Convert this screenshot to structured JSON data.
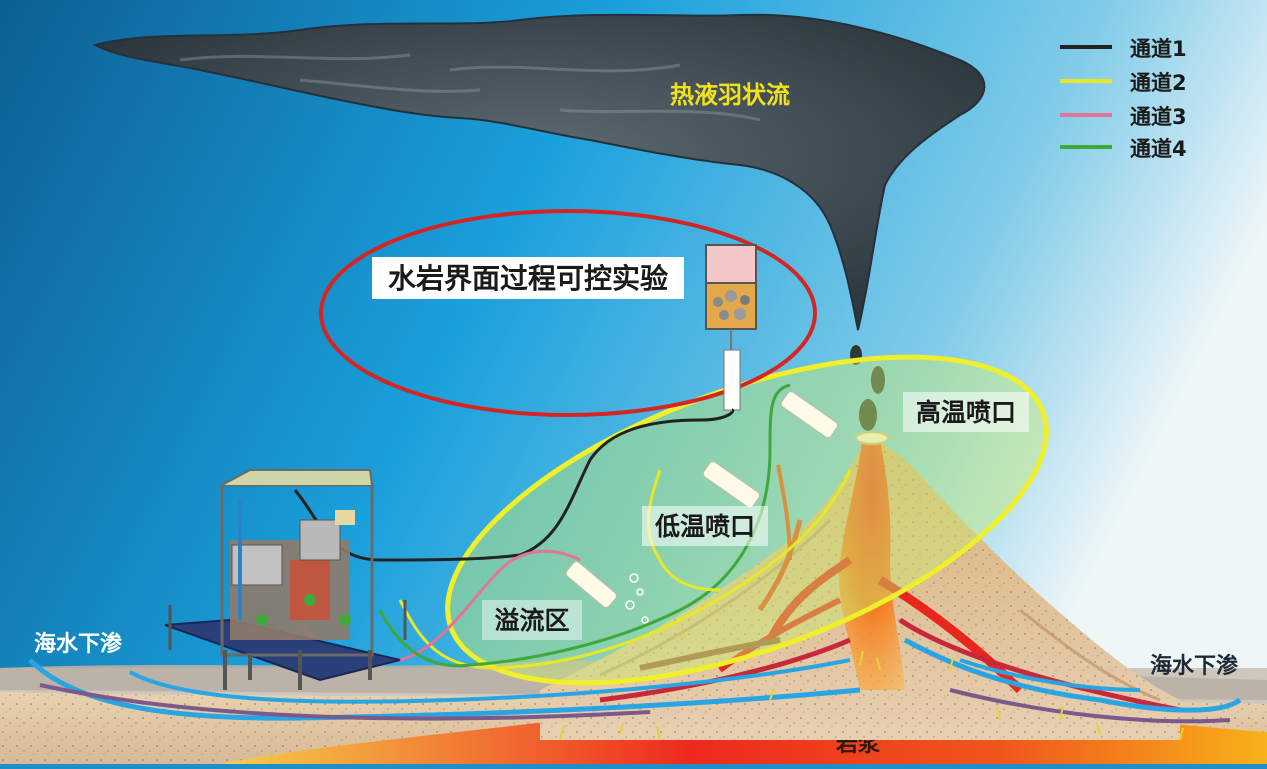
{
  "labels": {
    "plume": "热液羽状流",
    "experiment": "水岩界面过程可控实验",
    "high_temp_vent": "高温喷口",
    "low_temp_vent": "低温喷口",
    "overflow_zone": "溢流区",
    "seawater_left": "海水下渗",
    "seawater_right": "海水下渗",
    "magma": "岩浆"
  },
  "legend": [
    {
      "label": "通道1",
      "color": "#222222"
    },
    {
      "label": "通道2",
      "color": "#e8e82a"
    },
    {
      "label": "通道3",
      "color": "#e2739a"
    },
    {
      "label": "通道4",
      "color": "#3fa83a"
    }
  ],
  "colors": {
    "plume_text": "#f2e21c",
    "experiment_ellipse": "#d42525",
    "vent_ellipse": "#f0f02a",
    "seawater_flow": "#2aa5e3",
    "magma_red": "#e8261c",
    "magma_orange": "#f7a21a"
  }
}
